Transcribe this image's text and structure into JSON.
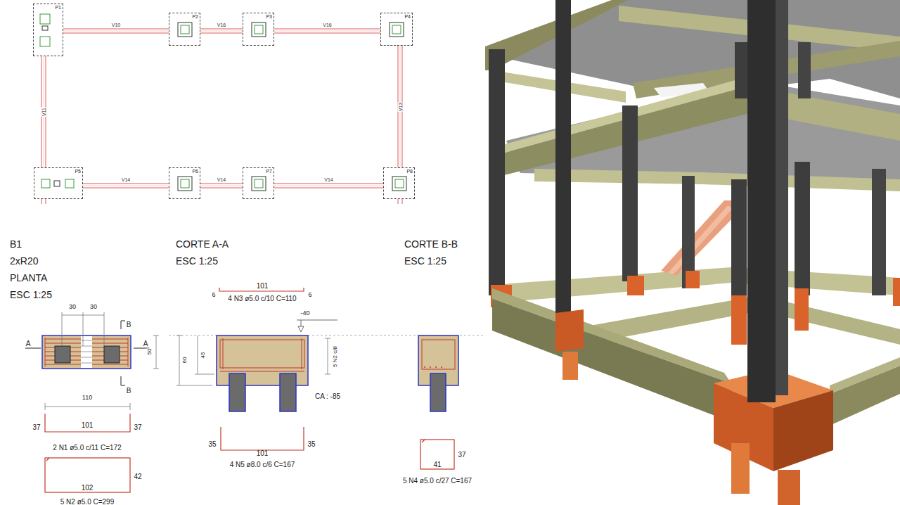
{
  "diagram": {
    "nodes": [
      {
        "text": [
          "P1"
        ]
      },
      {
        "text": [
          "P2"
        ]
      },
      {
        "text": [
          "P3"
        ]
      },
      {
        "text": [
          "P4"
        ]
      },
      {
        "text": [
          "P5"
        ]
      },
      {
        "text": [
          "P6"
        ]
      },
      {
        "text": [
          "P7"
        ]
      },
      {
        "text": [
          "P8"
        ]
      }
    ],
    "edges": [
      {
        "from": 0,
        "to": 1,
        "arrow": "none",
        "label": "V10"
      },
      {
        "from": 1,
        "to": 2,
        "arrow": "none",
        "label": "V16"
      },
      {
        "from": 2,
        "to": 3,
        "arrow": "none",
        "label": "V16"
      },
      {
        "from": 0,
        "to": 4,
        "arrow": "none",
        "label": "V11"
      },
      {
        "from": 3,
        "to": 7,
        "arrow": "none",
        "label": "V13"
      },
      {
        "from": 4,
        "to": 5,
        "arrow": "none",
        "label": "V14"
      },
      {
        "from": 5,
        "to": 6,
        "arrow": "none",
        "label": "V14"
      },
      {
        "from": 6,
        "to": 7,
        "arrow": "none",
        "label": "V14"
      }
    ],
    "labels": [
      "B1",
      "2xR20",
      "PLANTA",
      "ESC 1:25",
      "CORTE A-A",
      "ESC 1:25",
      "CORTE B-B",
      "ESC 1:25",
      "30",
      "30",
      "B",
      "A",
      "A",
      "50",
      "B",
      "110",
      "37",
      "101",
      "37",
      "2 N1 ø5.0 c/11 C=172",
      "42",
      "102",
      "5 N2 ø5.0 C=299",
      "101",
      "6",
      "4 N3 ø5.0 c/10 C=110",
      "6",
      "-40",
      "60",
      "45",
      "5 N2 c/8",
      "CA : -85",
      "35",
      "101",
      "35",
      "4 N5 ø8.0 c/6 C=167",
      "37",
      "41",
      "5 N4 ø5.0 c/27 C=167"
    ]
  }
}
